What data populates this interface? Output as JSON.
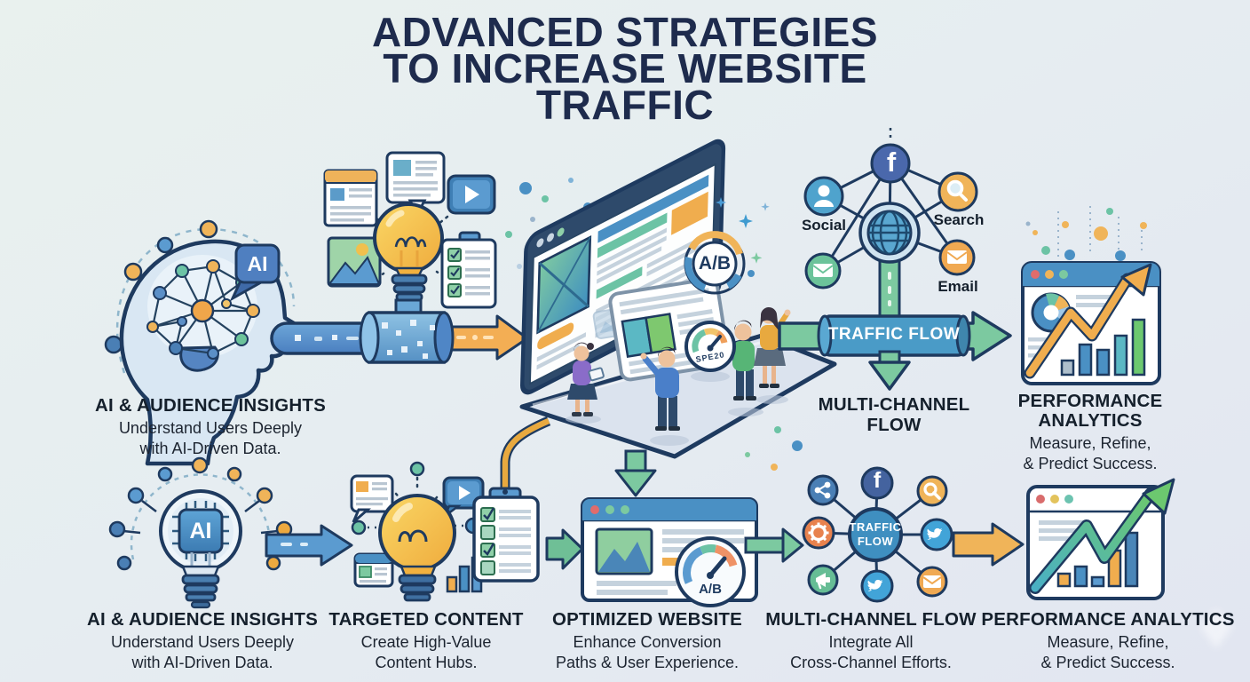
{
  "title": {
    "lines": [
      "ADVANCED STRATEGIES",
      "TO INCREASE WEBSITE",
      "TRAFFIC"
    ]
  },
  "top": {
    "ai_insights": {
      "badge": "AI",
      "heading": "AI & AUDIENCE INSIGHTS",
      "sub1": "Understand Users Deeply",
      "sub2": "with AI-Driven Data."
    },
    "ab_badge": "A/B",
    "gauge_label": "SPE20",
    "multi_channel": {
      "facebook": "f",
      "social": "Social",
      "search": "Search",
      "email": "Email",
      "pipe_label": "TRAFFIC FLOW",
      "heading1": "MULTI-CHANNEL",
      "heading2": "FLOW"
    },
    "performance": {
      "heading1": "PERFORMANCE",
      "heading2": "ANALYTICS",
      "sub1": "Measure, Refine,",
      "sub2": "& Predict Success."
    }
  },
  "bottom": {
    "ai_insights": {
      "chip": "AI",
      "heading": "AI & AUDIENCE INSIGHTS",
      "sub1": "Understand Users Deeply",
      "sub2": "with AI-Driven Data."
    },
    "targeted_content": {
      "heading": "TARGETED CONTENT",
      "sub1": "Create High-Value",
      "sub2": "Content Hubs."
    },
    "optimized_website": {
      "ab_badge": "A/B",
      "heading": "OPTIMIZED WEBSITE",
      "sub1": "Enhance Conversion",
      "sub2": "Paths & User Experience."
    },
    "multi_channel": {
      "facebook": "f",
      "hub1": "TRAFFIC",
      "hub2": "FLOW",
      "heading": "MULTI-CHANNEL FLOW",
      "sub1": "Integrate All",
      "sub2": "Cross-Channel Efforts."
    },
    "performance": {
      "heading": "PERFORMANCE ANALYTICS",
      "sub1": "Measure, Refine,",
      "sub2": "& Predict Success."
    }
  },
  "colors": {
    "navy": "#1e3a5f",
    "title_navy": "#1e2b4d",
    "accent_blue": "#4a90c4",
    "accent_green": "#7cc9a0",
    "accent_orange": "#f0ad4e",
    "bulb_yellow": "#f7c648"
  }
}
